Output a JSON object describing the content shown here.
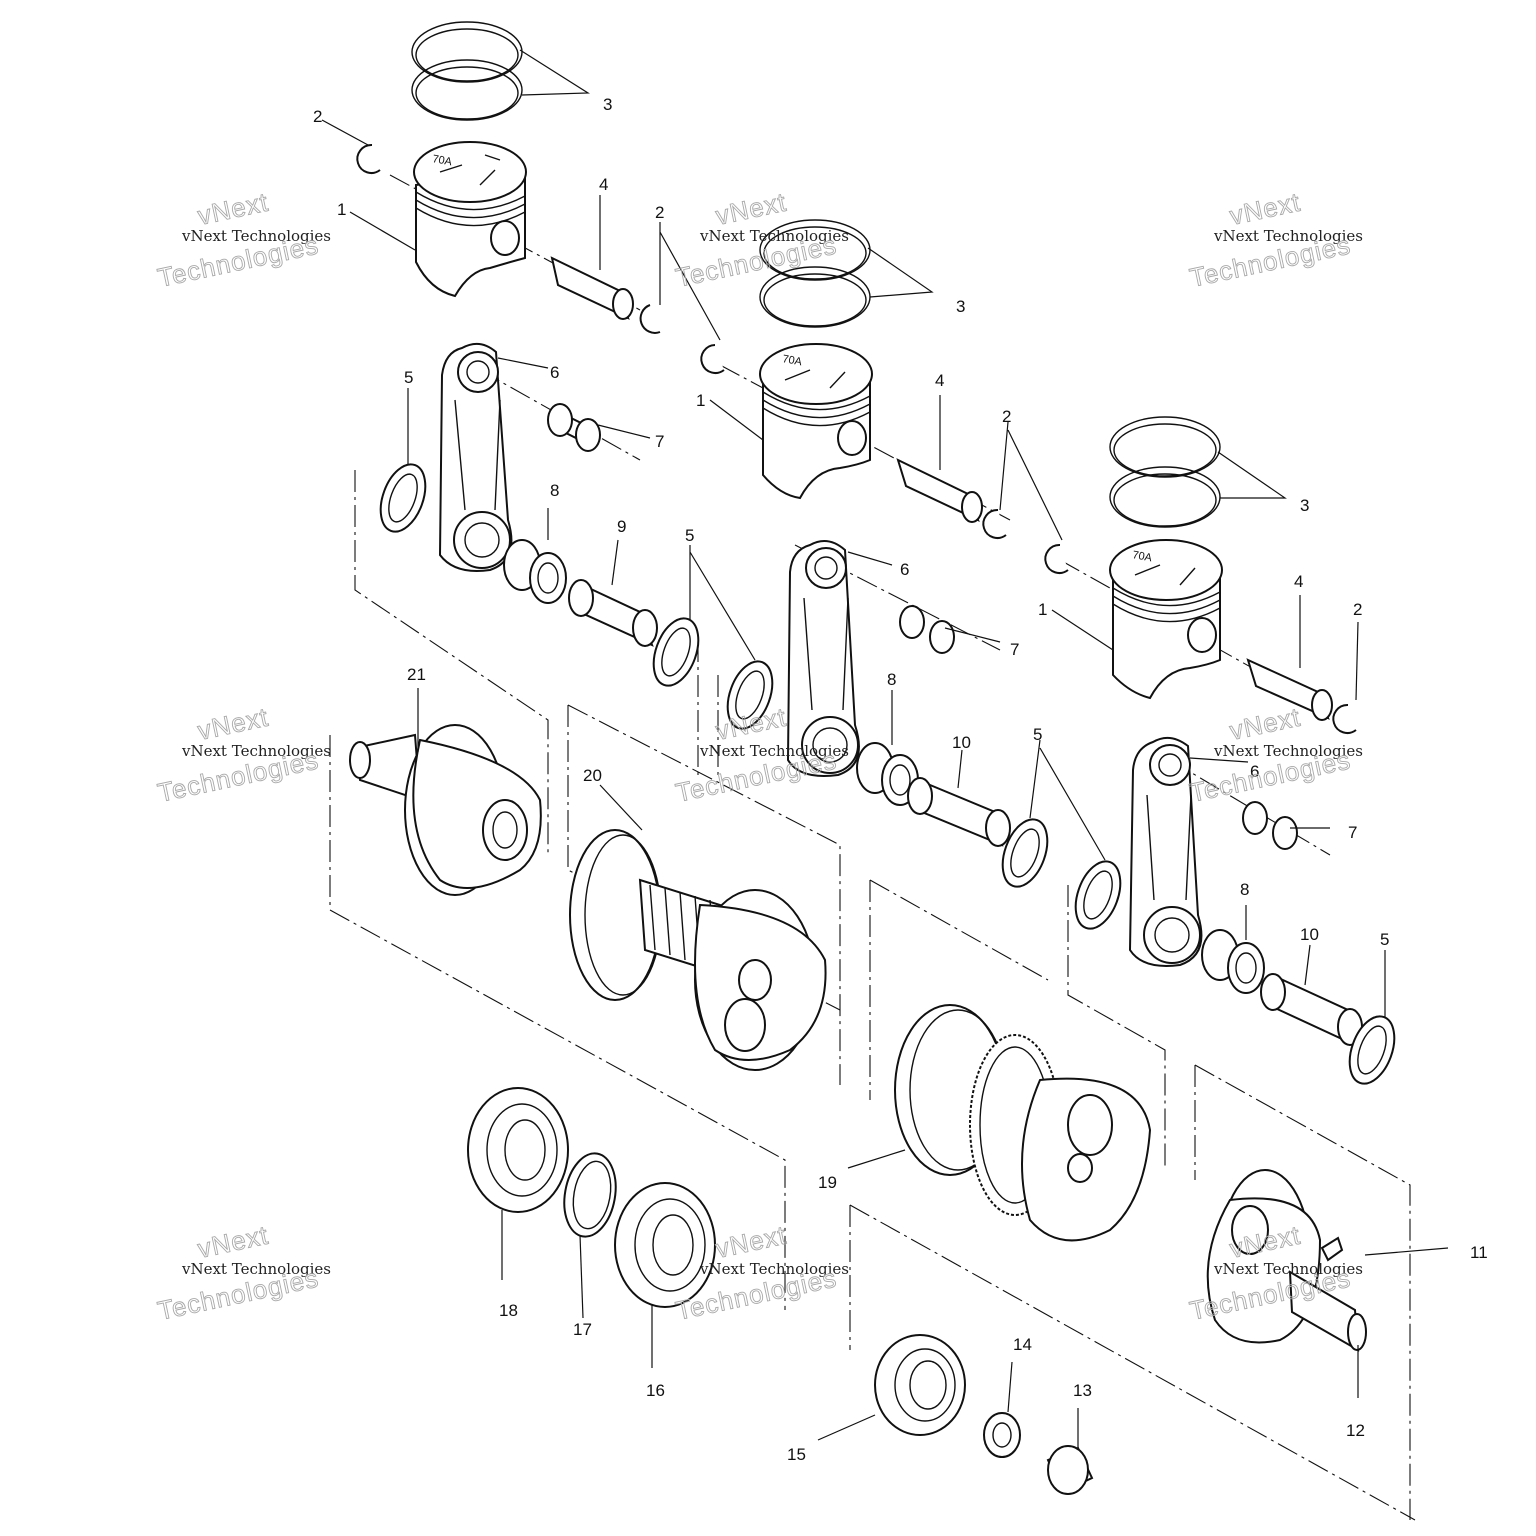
{
  "callouts": [
    {
      "label": "1"
    },
    {
      "label": "1"
    },
    {
      "label": "1"
    },
    {
      "label": "2"
    },
    {
      "label": "2"
    },
    {
      "label": "2"
    },
    {
      "label": "2"
    },
    {
      "label": "2"
    },
    {
      "label": "3"
    },
    {
      "label": "3"
    },
    {
      "label": "3"
    },
    {
      "label": "4"
    },
    {
      "label": "4"
    },
    {
      "label": "4"
    },
    {
      "label": "5"
    },
    {
      "label": "5"
    },
    {
      "label": "5"
    },
    {
      "label": "5"
    },
    {
      "label": "6"
    },
    {
      "label": "6"
    },
    {
      "label": "6"
    },
    {
      "label": "7"
    },
    {
      "label": "7"
    },
    {
      "label": "7"
    },
    {
      "label": "8"
    },
    {
      "label": "8"
    },
    {
      "label": "8"
    },
    {
      "label": "9"
    },
    {
      "label": "10"
    },
    {
      "label": "10"
    },
    {
      "label": "11"
    },
    {
      "label": "12"
    },
    {
      "label": "13"
    },
    {
      "label": "14"
    },
    {
      "label": "15"
    },
    {
      "label": "16"
    },
    {
      "label": "17"
    },
    {
      "label": "18"
    },
    {
      "label": "19"
    },
    {
      "label": "20"
    },
    {
      "label": "21"
    }
  ],
  "piston_marking": "70A",
  "watermark": {
    "line_small": "vNext Technologies",
    "line_top": "vNext",
    "line_bottom": "Technologies"
  }
}
